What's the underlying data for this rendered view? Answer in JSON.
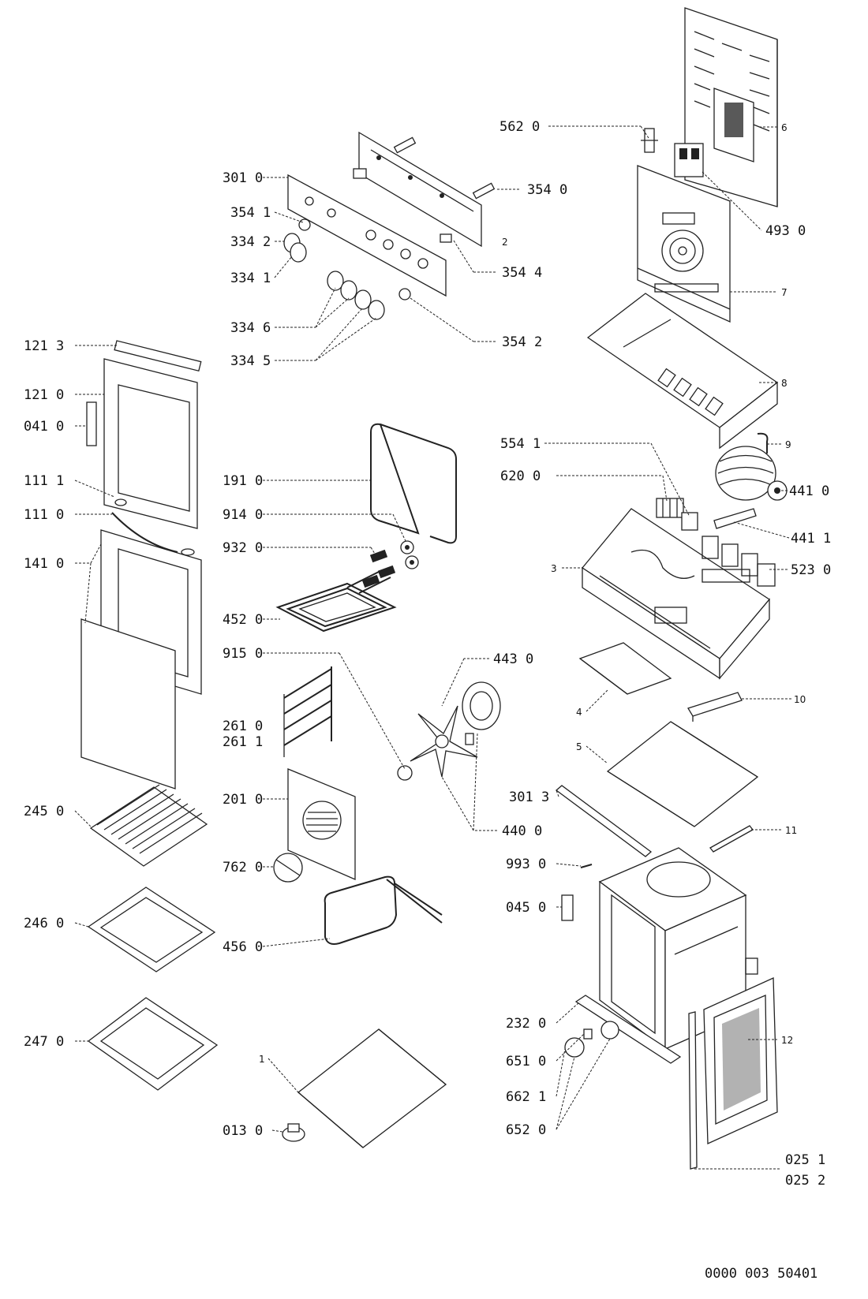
{
  "diagram": {
    "labels": [
      {
        "id": "l-5620",
        "text": "562 0"
      },
      {
        "id": "l-6",
        "text": "6"
      },
      {
        "id": "l-3010",
        "text": "301 0"
      },
      {
        "id": "l-3540",
        "text": "354 0"
      },
      {
        "id": "l-3541",
        "text": "354 1"
      },
      {
        "id": "l-4930",
        "text": "493 0"
      },
      {
        "id": "l-3342",
        "text": "334 2"
      },
      {
        "id": "l-2",
        "text": "2"
      },
      {
        "id": "l-3341",
        "text": "334 1"
      },
      {
        "id": "l-3544",
        "text": "354 4"
      },
      {
        "id": "l-7",
        "text": "7"
      },
      {
        "id": "l-3346",
        "text": "334 6"
      },
      {
        "id": "l-3542",
        "text": "354 2"
      },
      {
        "id": "l-3345",
        "text": "334 5"
      },
      {
        "id": "l-1213",
        "text": "121 3"
      },
      {
        "id": "l-8",
        "text": "8"
      },
      {
        "id": "l-1210",
        "text": "121 0"
      },
      {
        "id": "l-0410",
        "text": "041 0"
      },
      {
        "id": "l-9",
        "text": "9"
      },
      {
        "id": "l-5541",
        "text": "554 1"
      },
      {
        "id": "l-6200",
        "text": "620 0"
      },
      {
        "id": "l-1911",
        "text": "111 1"
      },
      {
        "id": "l-1910",
        "text": "191 0"
      },
      {
        "id": "l-4410",
        "text": "441 0"
      },
      {
        "id": "l-9140",
        "text": "914 0"
      },
      {
        "id": "l-1110",
        "text": "111 0"
      },
      {
        "id": "l-4411",
        "text": "441 1"
      },
      {
        "id": "l-9320",
        "text": "932 0"
      },
      {
        "id": "l-1410",
        "text": "141 0"
      },
      {
        "id": "l-3",
        "text": "3"
      },
      {
        "id": "l-5230",
        "text": "523 0"
      },
      {
        "id": "l-4520",
        "text": "452 0"
      },
      {
        "id": "l-9150",
        "text": "915 0"
      },
      {
        "id": "l-4430",
        "text": "443 0"
      },
      {
        "id": "l-10",
        "text": "10"
      },
      {
        "id": "l-4",
        "text": "4"
      },
      {
        "id": "l-2610",
        "text": "261 0"
      },
      {
        "id": "l-2611",
        "text": "261 1"
      },
      {
        "id": "l-5",
        "text": "5"
      },
      {
        "id": "l-2450",
        "text": "245 0"
      },
      {
        "id": "l-2010",
        "text": "201 0"
      },
      {
        "id": "l-3013",
        "text": "301 3"
      },
      {
        "id": "l-4400",
        "text": "440 0"
      },
      {
        "id": "l-11",
        "text": "11"
      },
      {
        "id": "l-7620",
        "text": "762 0"
      },
      {
        "id": "l-9930",
        "text": "993 0"
      },
      {
        "id": "l-2460",
        "text": "246 0"
      },
      {
        "id": "l-4560",
        "text": "456 0"
      },
      {
        "id": "l-0450",
        "text": "045 0"
      },
      {
        "id": "l-2320",
        "text": "232 0"
      },
      {
        "id": "l-12",
        "text": "12"
      },
      {
        "id": "l-2470",
        "text": "247 0"
      },
      {
        "id": "l-1",
        "text": "1"
      },
      {
        "id": "l-6510",
        "text": "651 0"
      },
      {
        "id": "l-6621",
        "text": "662 1"
      },
      {
        "id": "l-0130",
        "text": "013 0"
      },
      {
        "id": "l-6520",
        "text": "652 0"
      },
      {
        "id": "l-0251",
        "text": "025 1"
      },
      {
        "id": "l-0252",
        "text": "025 2"
      }
    ],
    "drawing_number": "0000 003 50401"
  }
}
